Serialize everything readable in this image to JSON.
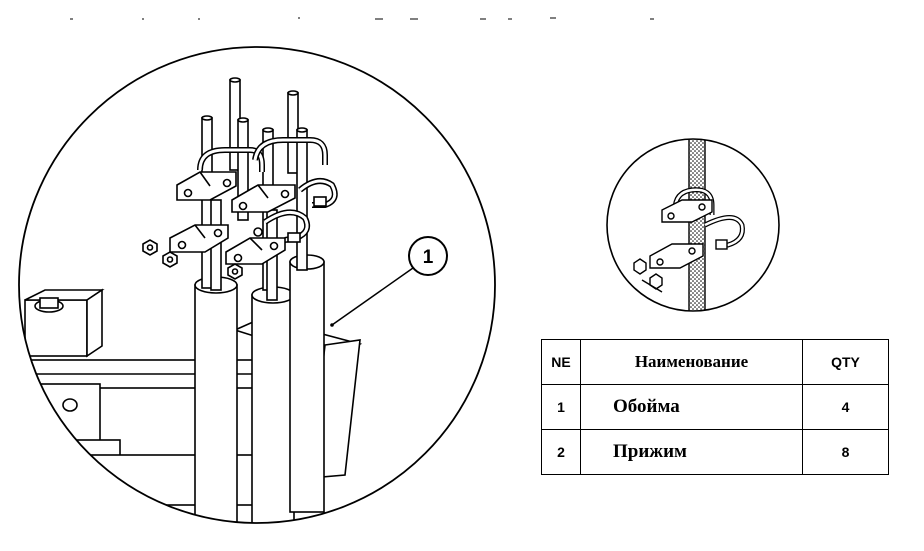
{
  "callout": {
    "number": "1"
  },
  "parts_table": {
    "headers": {
      "number": "NE",
      "name": "Наименование",
      "qty": "QTY"
    },
    "rows": [
      {
        "number": "1",
        "name": "Обойма",
        "qty": "4"
      },
      {
        "number": "2",
        "name": "Прижим",
        "qty": "8"
      }
    ]
  }
}
